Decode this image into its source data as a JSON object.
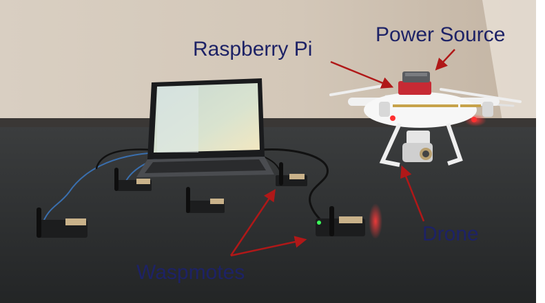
{
  "labels": {
    "raspberry_pi": "Raspberry Pi",
    "power_source": "Power Source",
    "drone": "Drone",
    "waspmotes": "Waspmotes"
  },
  "colors": {
    "label_text": "#1d2266",
    "arrow": "#b01818",
    "wall": "#d6cbbd",
    "floor": "#2f3132"
  }
}
